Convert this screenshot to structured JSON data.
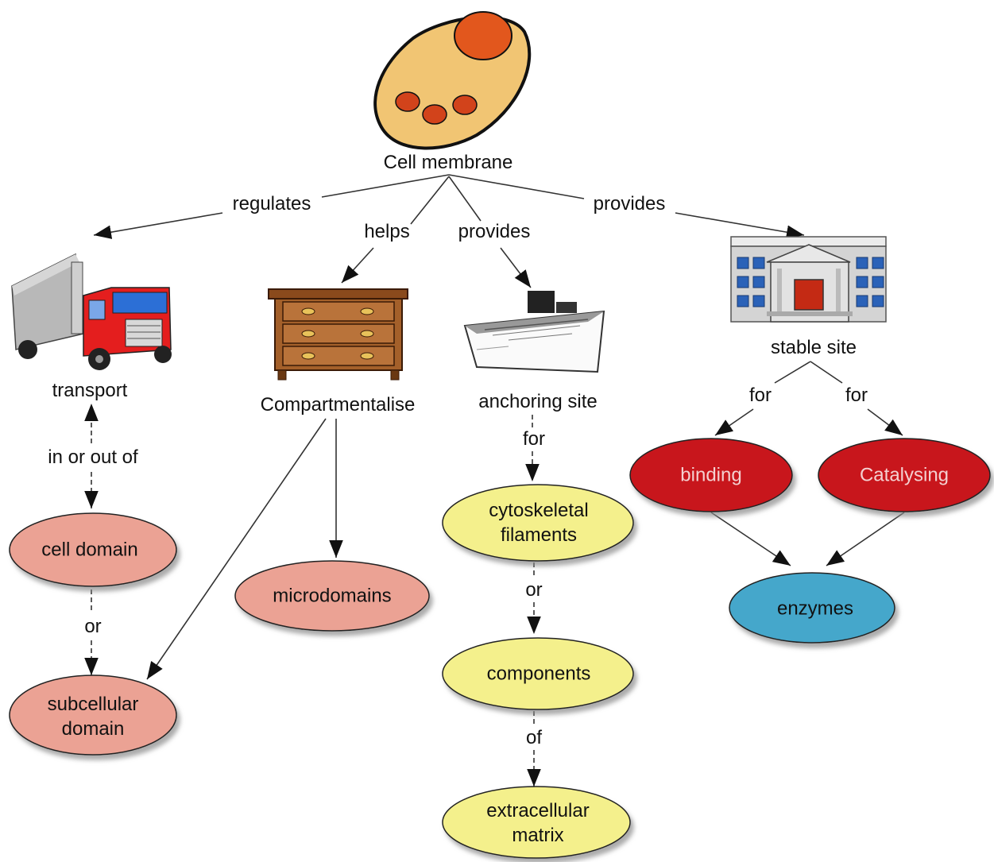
{
  "root": {
    "label": "Cell membrane"
  },
  "edge_labels": {
    "regulates": "regulates",
    "helps": "helps",
    "provides_anchor": "provides",
    "provides_site": "provides",
    "in_or_out_of": "in or out of",
    "or_domain": "or",
    "for_cyto": "for",
    "or_cyto": "or",
    "of_matrix": "of",
    "for_binding": "for",
    "for_catalysing": "for"
  },
  "image_nodes": {
    "transport": "transport",
    "compartmentalise": "Compartmentalise",
    "anchoring_site": "anchoring site",
    "stable_site": "stable site"
  },
  "ellipse_nodes": {
    "cell_domain": "cell domain",
    "subcellular_domain": "subcellular\ndomain",
    "microdomains": "microdomains",
    "cytoskeletal_filaments": "cytoskeletal\nfilaments",
    "components": "components",
    "extracellular_matrix": "extracellular\nmatrix",
    "binding": "binding",
    "catalysing": "Catalysing",
    "enzymes": "enzymes"
  },
  "colors": {
    "salmon": "#eba294",
    "yellow": "#f4f08c",
    "red": "#c8141c",
    "blue": "#45a7cb",
    "cell_body": "#f1c573",
    "organelle": "#e2571d"
  },
  "icons": [
    "cell-icon",
    "truck-icon",
    "dresser-icon",
    "ship-icon",
    "building-icon"
  ]
}
